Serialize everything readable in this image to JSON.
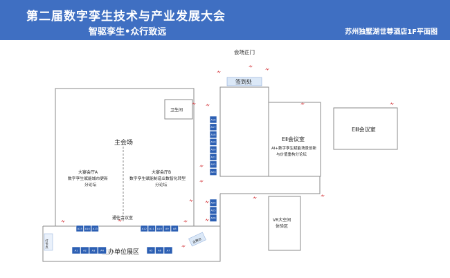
{
  "header": {
    "title": "第二届数字孪生技术与产业发展大会",
    "subtitle": "智驱孪生•众行致远",
    "venue": "苏州独墅湖世尊酒店1F平面图",
    "bg_color": "#3f6fc2"
  },
  "plan": {
    "main_entrance": "会场正门",
    "sign_in": "签到处",
    "restroom": "卫生间",
    "main_hall": "主会场",
    "hall_a_name": "大宴会厅A",
    "hall_a_line1": "数字孪生赋能城市更新",
    "hall_a_line2": "分论坛",
    "hall_b_name": "大宴会厅B",
    "hall_b_line1": "数字孪生赋能制造业数智化转型",
    "hall_b_line2": "分论坛",
    "corridor": "通往会议室",
    "e2_name": "EⅡ会议室",
    "e2_line1": "AI+数字孪生赋能场景创新",
    "e2_line2": "与价值重构分论坛",
    "e3_name": "EⅢ会议室",
    "vr_line1": "VR大空间",
    "vr_line2": "体验区",
    "host_exhibit": "主办单位展区",
    "photo_spot": "打卡点",
    "main_stage": "主舞台",
    "booths_vertical": [
      "A16",
      "A17",
      "A18",
      "A19",
      "A20",
      "A21",
      "A22",
      "A23"
    ],
    "booths_lower_vertical": [
      "A24",
      "A25",
      "A26"
    ],
    "booths_row_upper": [
      "A15",
      "A14",
      "A13",
      "A12",
      "A11",
      "A10",
      "A9",
      "A8"
    ],
    "booths_row_lower": [
      "A1",
      "A2",
      "A3",
      "A4",
      "A5",
      "A6",
      "A7"
    ],
    "accent_color": "#2c5fb3",
    "arrow_color": "#d8474b"
  }
}
